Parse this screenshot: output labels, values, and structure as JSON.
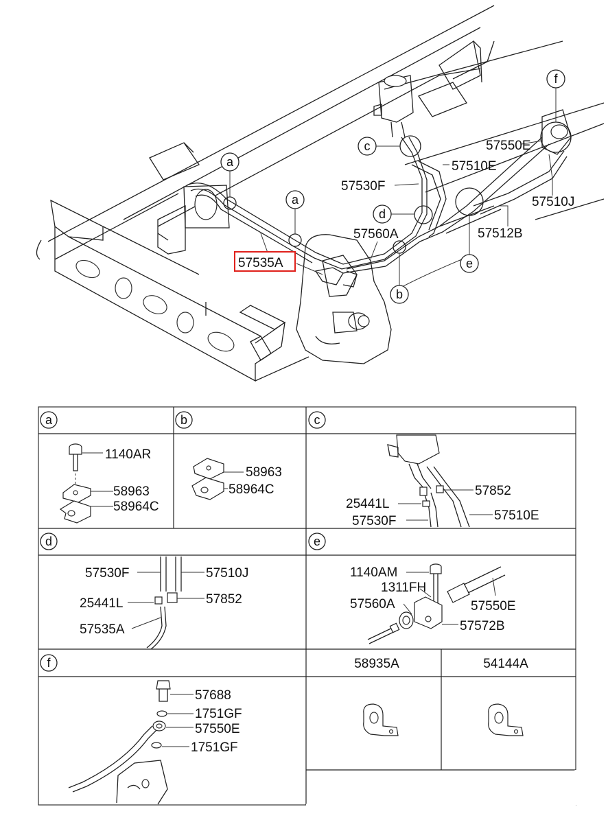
{
  "main_diagram": {
    "callouts": {
      "a1": "a",
      "a2": "a",
      "b": "b",
      "c": "c",
      "d": "d",
      "e": "e",
      "f": "f"
    },
    "labels": {
      "p57550E": "57550E",
      "p57510E": "57510E",
      "p57530F": "57530F",
      "p57510J": "57510J",
      "p57560A": "57560A",
      "p57512B": "57512B",
      "p57535A": "57535A"
    },
    "highlight_color": "#e0201b"
  },
  "detail_table": {
    "panels": {
      "a": {
        "letter": "a",
        "parts": [
          "1140AR",
          "58963",
          "58964C"
        ]
      },
      "b": {
        "letter": "b",
        "parts": [
          "58963",
          "58964C"
        ]
      },
      "c": {
        "letter": "c",
        "parts": [
          "57852",
          "25441L",
          "57530F",
          "57510E"
        ]
      },
      "d": {
        "letter": "d",
        "parts": [
          "57530F",
          "57510J",
          "25441L",
          "57852",
          "57535A"
        ]
      },
      "e": {
        "letter": "e",
        "parts": [
          "1140AM",
          "1311FH",
          "57560A",
          "57550E",
          "57572B"
        ]
      },
      "f": {
        "letter": "f",
        "parts": [
          "57688",
          "1751GF",
          "57550E",
          "1751GF"
        ]
      },
      "g": {
        "title": "58935A"
      },
      "h": {
        "title": "54144A"
      }
    }
  }
}
